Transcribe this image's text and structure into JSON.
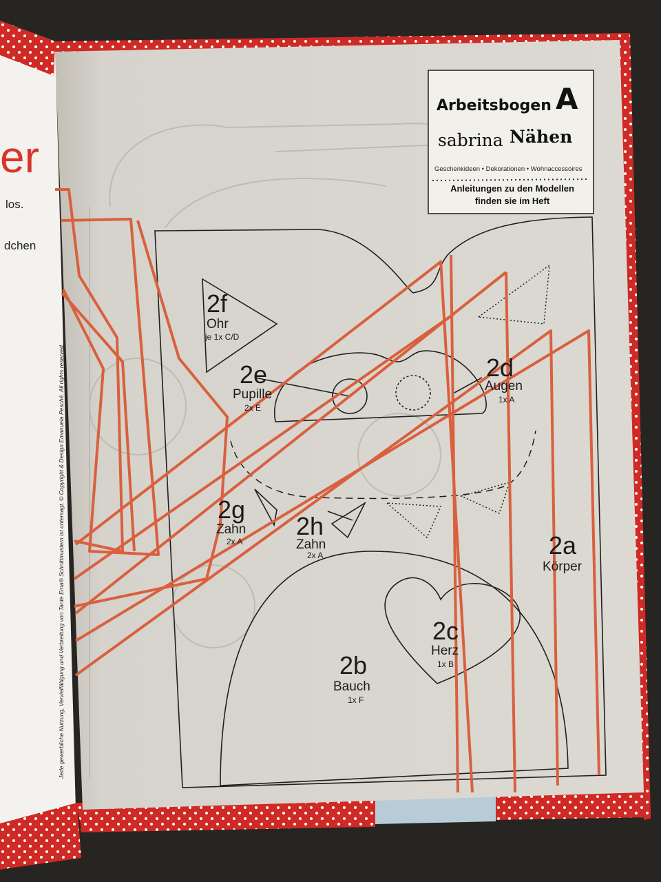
{
  "worksheet": {
    "title": "Arbeitsbogen",
    "letter": "A",
    "brand_light": "sabrina",
    "brand_bold": "Nähen",
    "categories": "Geschenkideen • Dekorationen • Wohnaccessoires",
    "note_line1": "Anleitungen zu den Modellen",
    "note_line2": "finden sie im Heft"
  },
  "pieces": {
    "p2f": {
      "num": "2f",
      "name": "Ohr",
      "qty": "je 1x C/D"
    },
    "p2e": {
      "num": "2e",
      "name": "Pupille",
      "qty": "2x E"
    },
    "p2d": {
      "num": "2d",
      "name": "Augen",
      "qty": "1x A"
    },
    "p2g": {
      "num": "2g",
      "name": "Zahn",
      "qty": "2x A"
    },
    "p2h": {
      "num": "2h",
      "name": "Zahn",
      "qty": "2x A"
    },
    "p2a": {
      "num": "2a",
      "name": "Körper"
    },
    "p2c": {
      "num": "2c",
      "name": "Herz",
      "qty": "1x B"
    },
    "p2b": {
      "num": "2b",
      "name": "Bauch",
      "qty": "1x F"
    }
  },
  "left_page": {
    "heading_fragment": "er",
    "line1": "los.",
    "line2": "dchen",
    "copyright": "Jede gewerbliche Nutzung, Vervielfältigung und Verbreitung von Tante Ema® Schnittmustern ist untersagt. © Copyright & Design Emanuela Pesché. All rights reserved."
  },
  "colors": {
    "pattern_line": "#1f1f1f",
    "red_line": "#d9603e",
    "paper": "#d8d5ce",
    "polka_red": "#cf2a25",
    "tape_blue": "#b8ccd8"
  }
}
